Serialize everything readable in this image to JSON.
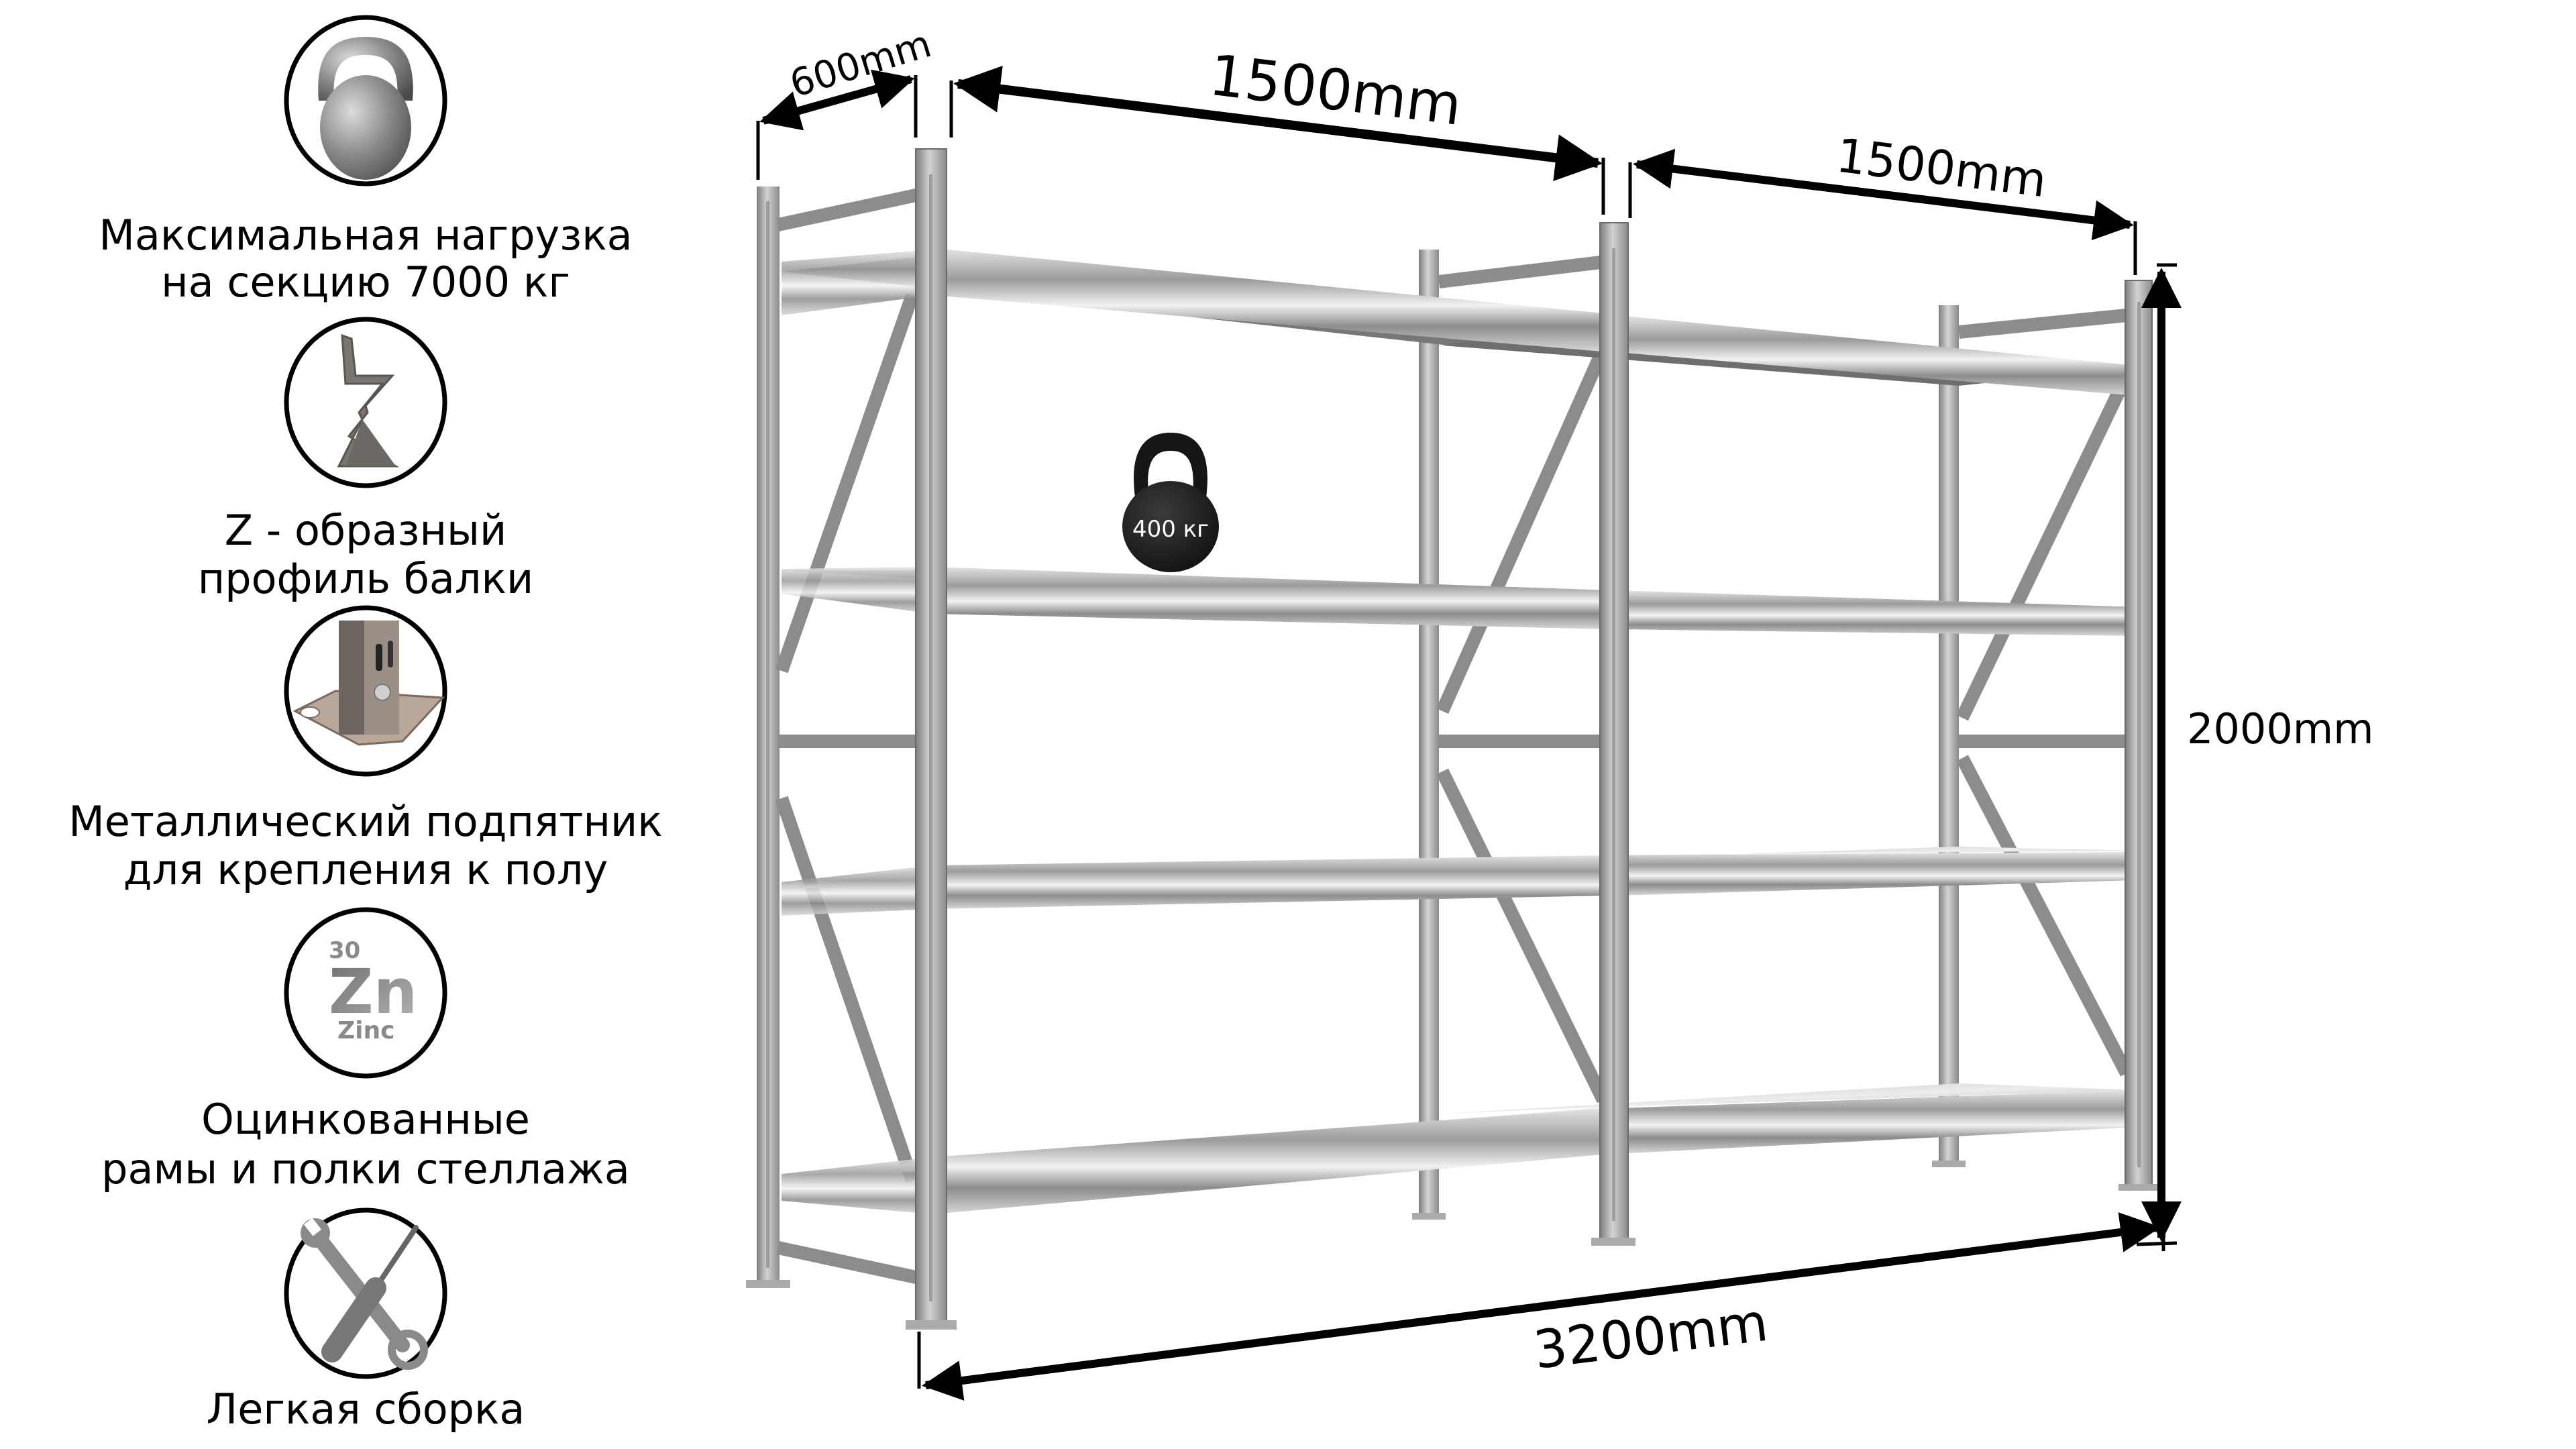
{
  "features": [
    {
      "icon": "kettlebell-icon",
      "line1": "Максимальная  нагрузка",
      "line2": "на секцию 7000 кг"
    },
    {
      "icon": "z-profile-icon",
      "line1": "Z - образный",
      "line2": "профиль балки"
    },
    {
      "icon": "floor-footplate-icon",
      "line1": "Металлический подпятник",
      "line2": "для крепления к полу"
    },
    {
      "icon": "zinc-element-icon",
      "line1": "Оцинкованные",
      "line2": "рамы и полки стеллажа"
    },
    {
      "icon": "tools-wrench-screwdriver-icon",
      "line1": "Легкая сборка",
      "line2": ""
    }
  ],
  "zinc_badge": {
    "number": "30",
    "symbol": "Zn",
    "name": "Zinc"
  },
  "dimensions": {
    "depth": "600mm",
    "section1_width": "1500mm",
    "section2_width": "1500mm",
    "height": "2000mm",
    "total_length": "3200mm"
  },
  "shelf_weight_label": "400 кг",
  "colors": {
    "metal_light": "#c9c9c9",
    "metal_mid": "#9a9a9a",
    "metal_dark": "#5e5e5e",
    "kettlebell": "#1c1c1c",
    "outline": "#000000"
  }
}
